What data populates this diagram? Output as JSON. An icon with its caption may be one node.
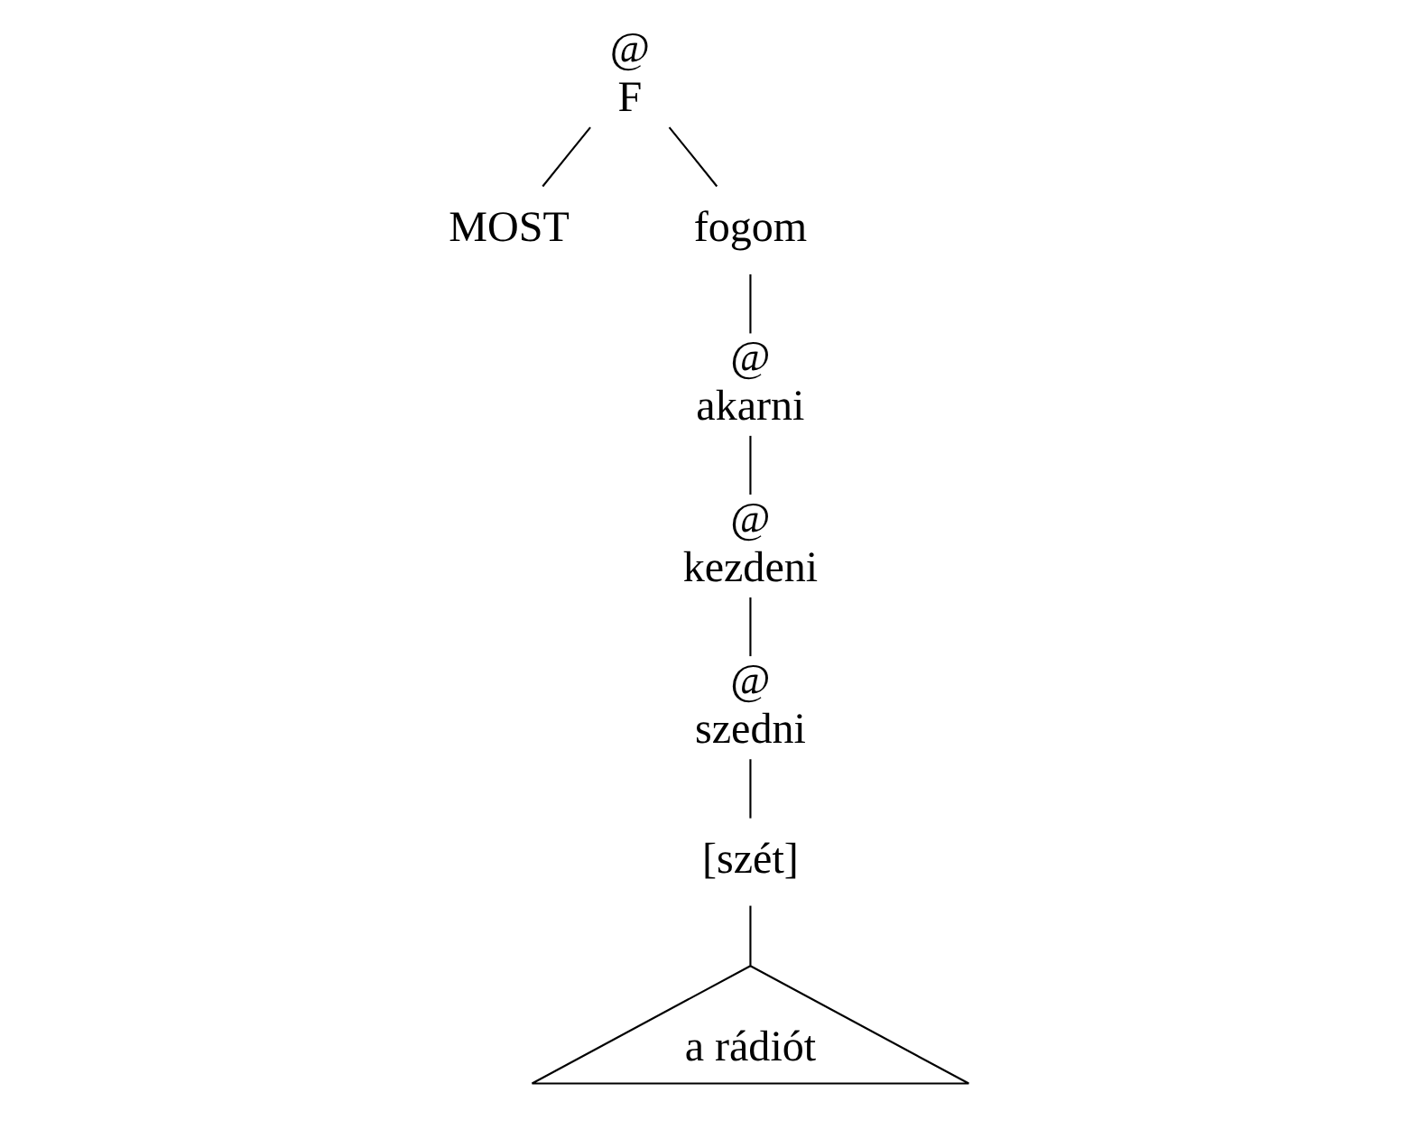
{
  "diagram": {
    "nodes": [
      {
        "text": [
          "@",
          "F"
        ]
      },
      {
        "text": [
          "MOST"
        ]
      },
      {
        "text": [
          "fogom"
        ]
      },
      {
        "text": [
          "@",
          "akarni"
        ]
      },
      {
        "text": [
          "@",
          "kezdeni"
        ]
      },
      {
        "text": [
          "@",
          "szedni"
        ]
      },
      {
        "text": [
          "[szét]"
        ]
      },
      {
        "text": [
          "a rádiót"
        ]
      }
    ],
    "edges": [
      {
        "from": 0,
        "to": 1,
        "arrow": "none"
      },
      {
        "from": 0,
        "to": 2,
        "arrow": "none"
      },
      {
        "from": 2,
        "to": 3,
        "arrow": "none"
      },
      {
        "from": 3,
        "to": 4,
        "arrow": "none"
      },
      {
        "from": 4,
        "to": 5,
        "arrow": "none"
      },
      {
        "from": 5,
        "to": 6,
        "arrow": "none"
      },
      {
        "from": 6,
        "to": 7,
        "arrow": "none"
      }
    ]
  }
}
